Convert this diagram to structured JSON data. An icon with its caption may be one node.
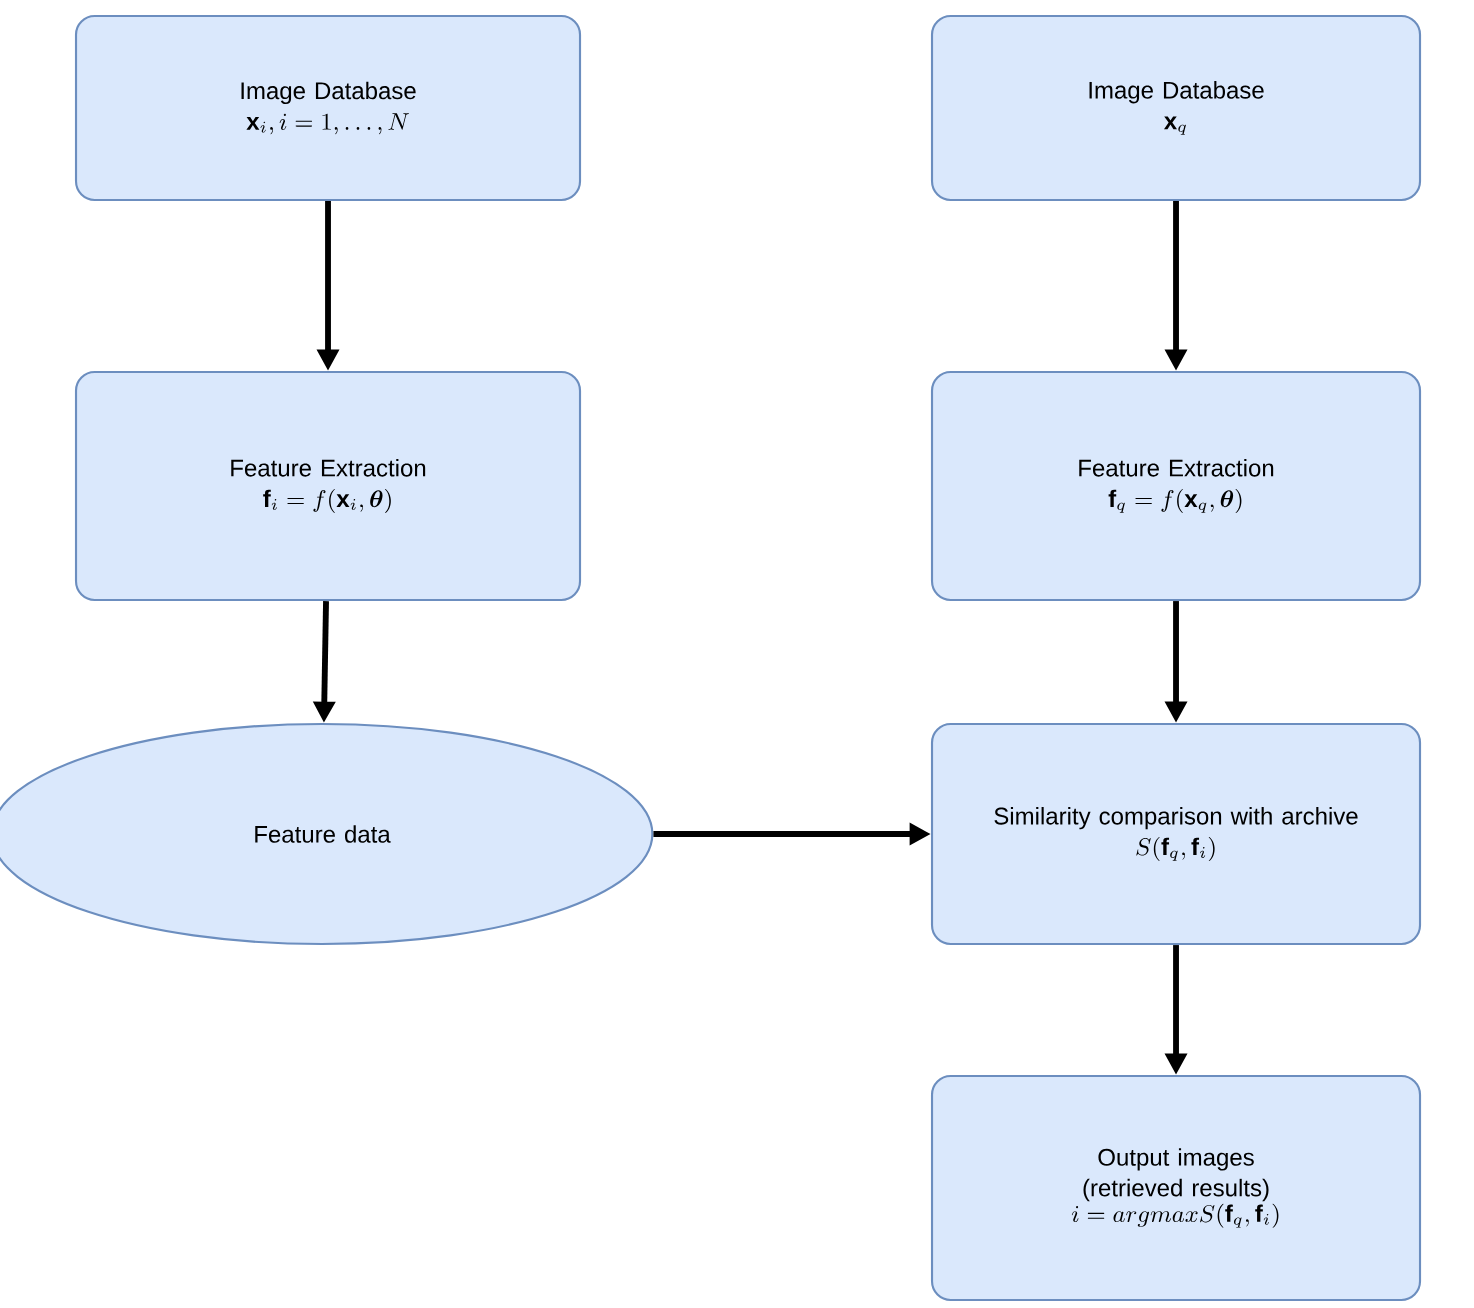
{
  "diagram": {
    "nodes": [
      {
        "text": [
          "Image Database",
          "\\mathbf{x}_i, i = 1, \\ldots, N"
        ]
      },
      {
        "text": [
          "Image Database",
          "\\mathbf{x}_q"
        ]
      },
      {
        "text": [
          "Feature Extraction",
          "\\mathbf{f}_i = f(\\mathbf{x}_i, \\boldsymbol{\\theta})"
        ]
      },
      {
        "text": [
          "Feature Extraction",
          "\\mathbf{f}_q = f(\\mathbf{x}_q, \\boldsymbol{\\theta})"
        ]
      },
      {
        "text": [
          "Feature data"
        ]
      },
      {
        "text": [
          "Similarity comparison with archive",
          "S(\\mathbf{f}_q, \\mathbf{f}_i)"
        ]
      },
      {
        "text": [
          "Output images (retrieved results)",
          "i = argmax S(\\mathbf{f}_q, \\mathbf{f}_i)"
        ]
      }
    ],
    "edges": [
      {
        "from": 0,
        "to": 2,
        "arrow": "to"
      },
      {
        "from": 1,
        "to": 3,
        "arrow": "to"
      },
      {
        "from": 2,
        "to": 4,
        "arrow": "to"
      },
      {
        "from": 3,
        "to": 5,
        "arrow": "to"
      },
      {
        "from": 4,
        "to": 5,
        "arrow": "to"
      },
      {
        "from": 5,
        "to": 6,
        "arrow": "to"
      }
    ]
  }
}
